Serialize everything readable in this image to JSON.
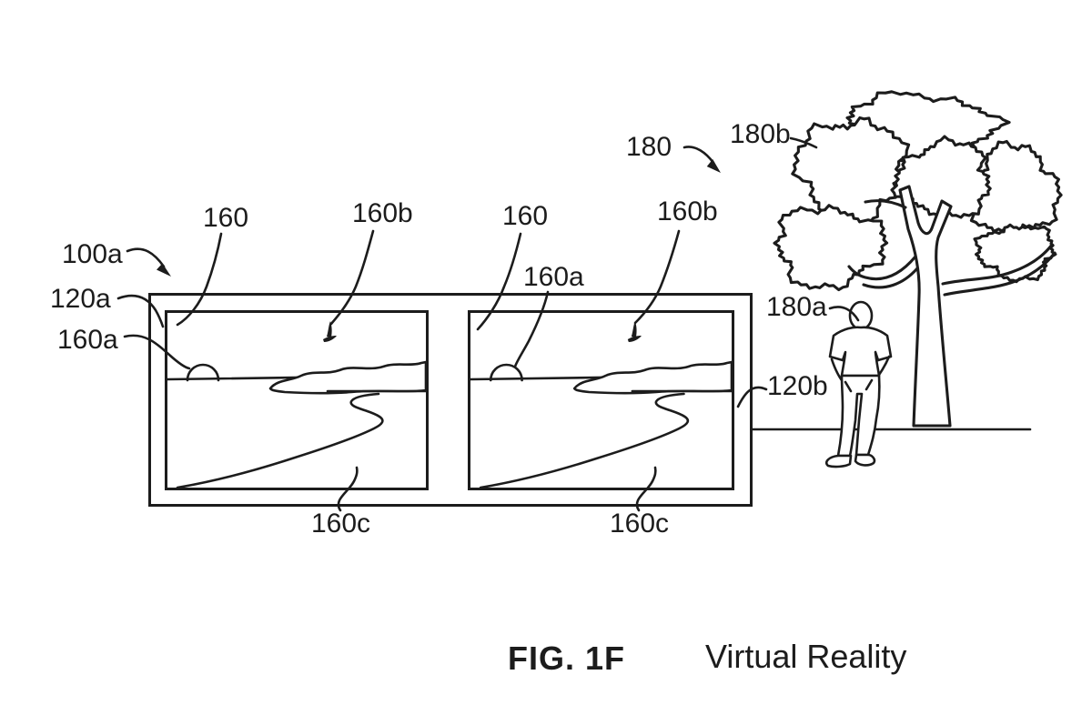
{
  "figure": {
    "fig_label": "FIG. 1F",
    "caption": "Virtual Reality"
  },
  "reference_labels": {
    "r100a": "100a",
    "r120a": "120a",
    "r160a_left": "160a",
    "r160_left": "160",
    "r160b_left": "160b",
    "r160a_mid": "160a",
    "r160_right": "160",
    "r160b_right": "160b",
    "r180": "180",
    "r180b": "180b",
    "r180a": "180a",
    "r120b": "120b",
    "r160c_left": "160c",
    "r160c_right": "160c"
  },
  "colors": {
    "ink": "#1c1c1c",
    "paper": "#ffffff"
  },
  "icons": {
    "sun": "sun-icon",
    "bird": "bird-icon",
    "tree": "tree-icon",
    "person": "person-icon",
    "arrowhead": "arrowhead-icon"
  }
}
